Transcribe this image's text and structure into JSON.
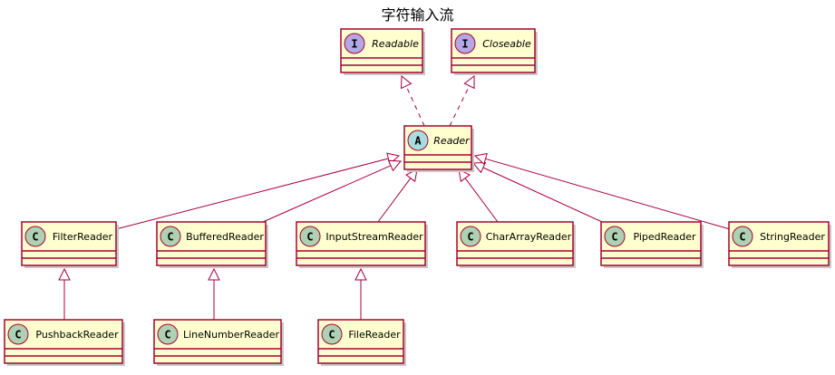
{
  "title": "字符输入流",
  "colors": {
    "box_fill": "#FEFECE",
    "border": "#A80036",
    "class_badge": "#ADD1B2",
    "interface_badge": "#B4A7E5",
    "abstract_badge": "#A9DCDF"
  },
  "nodes": [
    {
      "id": "readable",
      "name": "Readable",
      "kind": "interface",
      "badge": "I"
    },
    {
      "id": "closeable",
      "name": "Closeable",
      "kind": "interface",
      "badge": "I"
    },
    {
      "id": "reader",
      "name": "Reader",
      "kind": "abstract",
      "badge": "A"
    },
    {
      "id": "filterreader",
      "name": "FilterReader",
      "kind": "class",
      "badge": "C"
    },
    {
      "id": "bufferedreader",
      "name": "BufferedReader",
      "kind": "class",
      "badge": "C"
    },
    {
      "id": "inputstreamreader",
      "name": "InputStreamReader",
      "kind": "class",
      "badge": "C"
    },
    {
      "id": "chararrayreader",
      "name": "CharArrayReader",
      "kind": "class",
      "badge": "C"
    },
    {
      "id": "pipedreader",
      "name": "PipedReader",
      "kind": "class",
      "badge": "C"
    },
    {
      "id": "stringreader",
      "name": "StringReader",
      "kind": "class",
      "badge": "C"
    },
    {
      "id": "pushbackreader",
      "name": "PushbackReader",
      "kind": "class",
      "badge": "C"
    },
    {
      "id": "linenumberreader",
      "name": "LineNumberReader",
      "kind": "class",
      "badge": "C"
    },
    {
      "id": "filereader",
      "name": "FileReader",
      "kind": "class",
      "badge": "C"
    }
  ],
  "edges": [
    {
      "from": "reader",
      "to": "readable",
      "type": "realization"
    },
    {
      "from": "reader",
      "to": "closeable",
      "type": "realization"
    },
    {
      "from": "filterreader",
      "to": "reader",
      "type": "inheritance"
    },
    {
      "from": "bufferedreader",
      "to": "reader",
      "type": "inheritance"
    },
    {
      "from": "inputstreamreader",
      "to": "reader",
      "type": "inheritance"
    },
    {
      "from": "chararrayreader",
      "to": "reader",
      "type": "inheritance"
    },
    {
      "from": "pipedreader",
      "to": "reader",
      "type": "inheritance"
    },
    {
      "from": "stringreader",
      "to": "reader",
      "type": "inheritance"
    },
    {
      "from": "pushbackreader",
      "to": "filterreader",
      "type": "inheritance"
    },
    {
      "from": "linenumberreader",
      "to": "bufferedreader",
      "type": "inheritance"
    },
    {
      "from": "filereader",
      "to": "inputstreamreader",
      "type": "inheritance"
    }
  ]
}
